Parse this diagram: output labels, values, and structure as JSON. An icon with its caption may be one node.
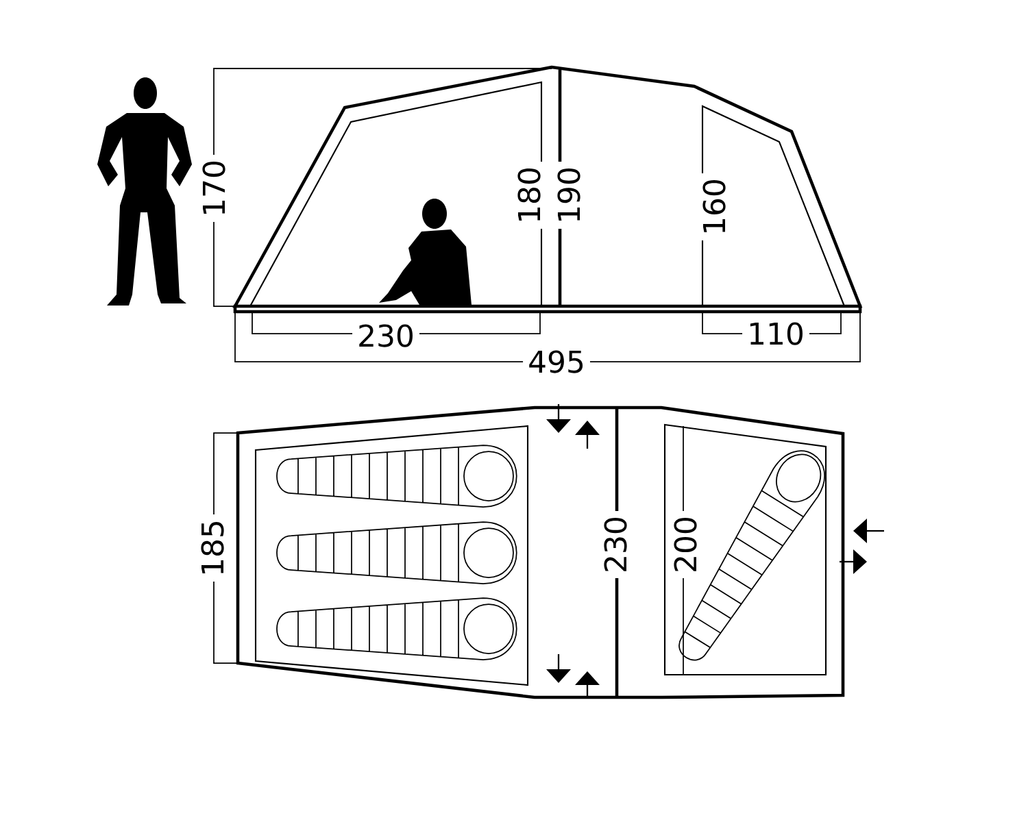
{
  "diagram": {
    "labels": [
      "170",
      "180",
      "190",
      "160",
      "230",
      "110",
      "495",
      "185",
      "230",
      "200"
    ]
  }
}
